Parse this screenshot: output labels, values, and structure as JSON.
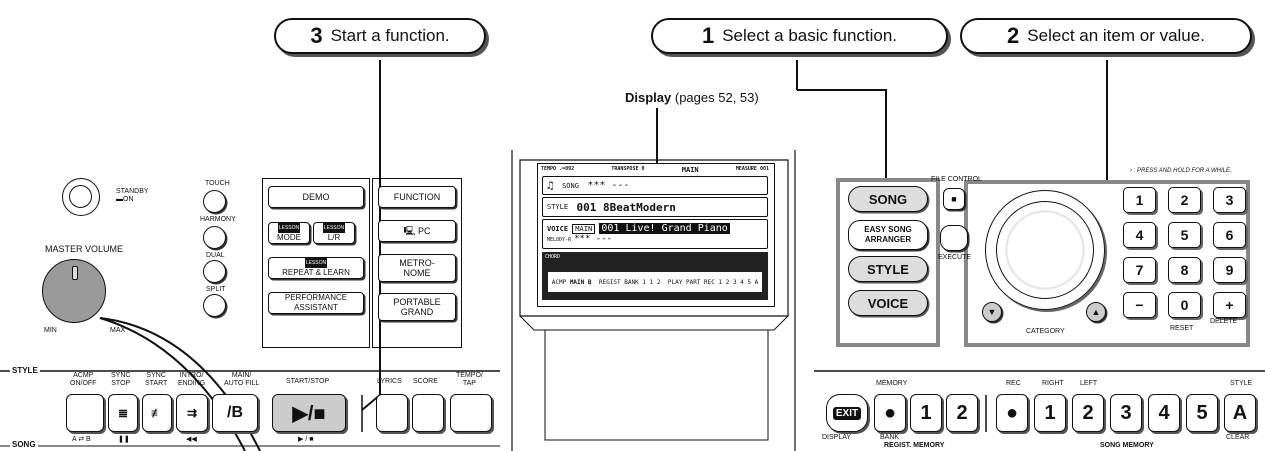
{
  "callouts": {
    "step3": {
      "num": "3",
      "text": "Start a function."
    },
    "step1": {
      "num": "1",
      "text": "Select a basic function."
    },
    "step2": {
      "num": "2",
      "text": "Select an item or value."
    }
  },
  "display_label": {
    "bold": "Display",
    "rest": "(pages 52, 53)"
  },
  "left_panel": {
    "standby": "STANDBY\n▬ON",
    "master_volume": "MASTER VOLUME",
    "min": "MIN",
    "max": "MAX",
    "touch": "TOUCH",
    "harmony": "HARMONY",
    "dual": "DUAL",
    "split": "SPLIT",
    "demo": "DEMO",
    "lesson_tag": "LESSON",
    "mode": "MODE",
    "lr": "L/R",
    "repeat_learn": "REPEAT & LEARN",
    "performance_assistant": "PERFORMANCE ASSISTANT",
    "function": "FUNCTION",
    "pc": "PC",
    "metronome": "METRO-\nNOME",
    "portable_grand": "PORTABLE\nGRAND"
  },
  "lcd": {
    "tempo": "TEMPO ♩=092",
    "transpose": "TRANSPOSE 0",
    "main": "MAIN",
    "measure": "MEASURE 001",
    "song_label": "SONG",
    "song_value": "*** ---",
    "style_label": "STYLE",
    "style_value": "001 8BeatModern",
    "voice_label": "VOICE",
    "main_tag": "MAIN",
    "voice_value": "001 Live! Grand Piano",
    "melody_label": "MELODY-R",
    "melody_value": "*** ---",
    "chord": "CHORD",
    "acmp": "ACMP",
    "acmp_value": "MAIN B",
    "regist": "REGIST",
    "bank": "BANK 1",
    "regist_nums": "1  2",
    "play_part": "PLAY PART",
    "rec_nums": "REC 1 2 3 4 5 A"
  },
  "right_panel": {
    "song": "SONG",
    "easy_song": "EASY SONG\nARRANGER",
    "style": "STYLE",
    "voice": "VOICE",
    "file_control": "FILE CONTROL",
    "execute": "EXECUTE",
    "category": "CATEGORY",
    "press_hold": "⸗ : PRESS AND HOLD FOR A WHILE.",
    "keys": [
      "1",
      "2",
      "3",
      "4",
      "5",
      "6",
      "7",
      "8",
      "9",
      "−",
      "0",
      "+"
    ],
    "reset": "RESET",
    "delete": "DELETE"
  },
  "bottom_left": {
    "style": "STYLE",
    "song": "SONG",
    "acmp_onoff": "ACMP\nON/OFF",
    "sync_stop": "SYNC\nSTOP",
    "sync_start": "SYNC\nSTART",
    "intro_ending": "INTRO/\nENDING",
    "main_autofill": "MAIN/\nAUTO FILL",
    "start_stop": "START/STOP",
    "lyrics": "LYRICS",
    "score": "SCORE",
    "tempo_tap": "TEMPO/\nTAP",
    "ab": "A ⇄ B",
    "pause": "❚❚",
    "rew": "◀◀",
    "play": "▶ / ■",
    "play_sym": "▶/■",
    "ab_sym": "/B"
  },
  "bottom_right": {
    "exit": "EXIT",
    "memory": "MEMORY",
    "display": "DISPLAY",
    "bank": "BANK",
    "regist_memory": "REGIST. MEMORY",
    "rec": "REC",
    "right": "RIGHT",
    "left": "LEFT",
    "style": "STYLE",
    "song_memory": "SONG MEMORY",
    "clear": "CLEAR",
    "keys": [
      "1",
      "2",
      "1",
      "2",
      "3",
      "4",
      "5",
      "A"
    ]
  }
}
